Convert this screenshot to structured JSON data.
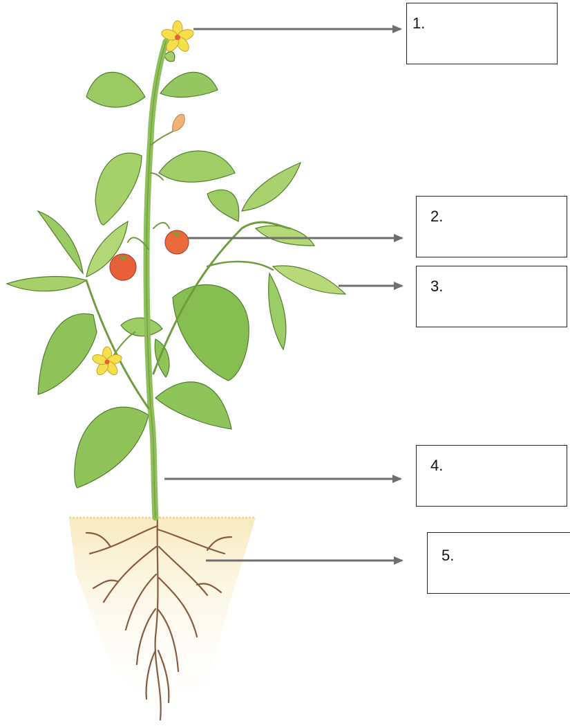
{
  "labels": [
    {
      "id": 1,
      "text": "1.",
      "points_to": "flower"
    },
    {
      "id": 2,
      "text": "2.",
      "points_to": "fruit"
    },
    {
      "id": 3,
      "text": "3.",
      "points_to": "leaf"
    },
    {
      "id": 4,
      "text": "4.",
      "points_to": "stem"
    },
    {
      "id": 5,
      "text": "5.",
      "points_to": "roots"
    }
  ],
  "colors": {
    "leaf": "#7fb84a",
    "leaf_light": "#cfe08a",
    "stem": "#8fbf5a",
    "fruit": "#e8603a",
    "flower": "#f5df4d",
    "root": "#8a5a3c",
    "soil": "#fbf0d2",
    "arrow": "#6e6e6e"
  }
}
